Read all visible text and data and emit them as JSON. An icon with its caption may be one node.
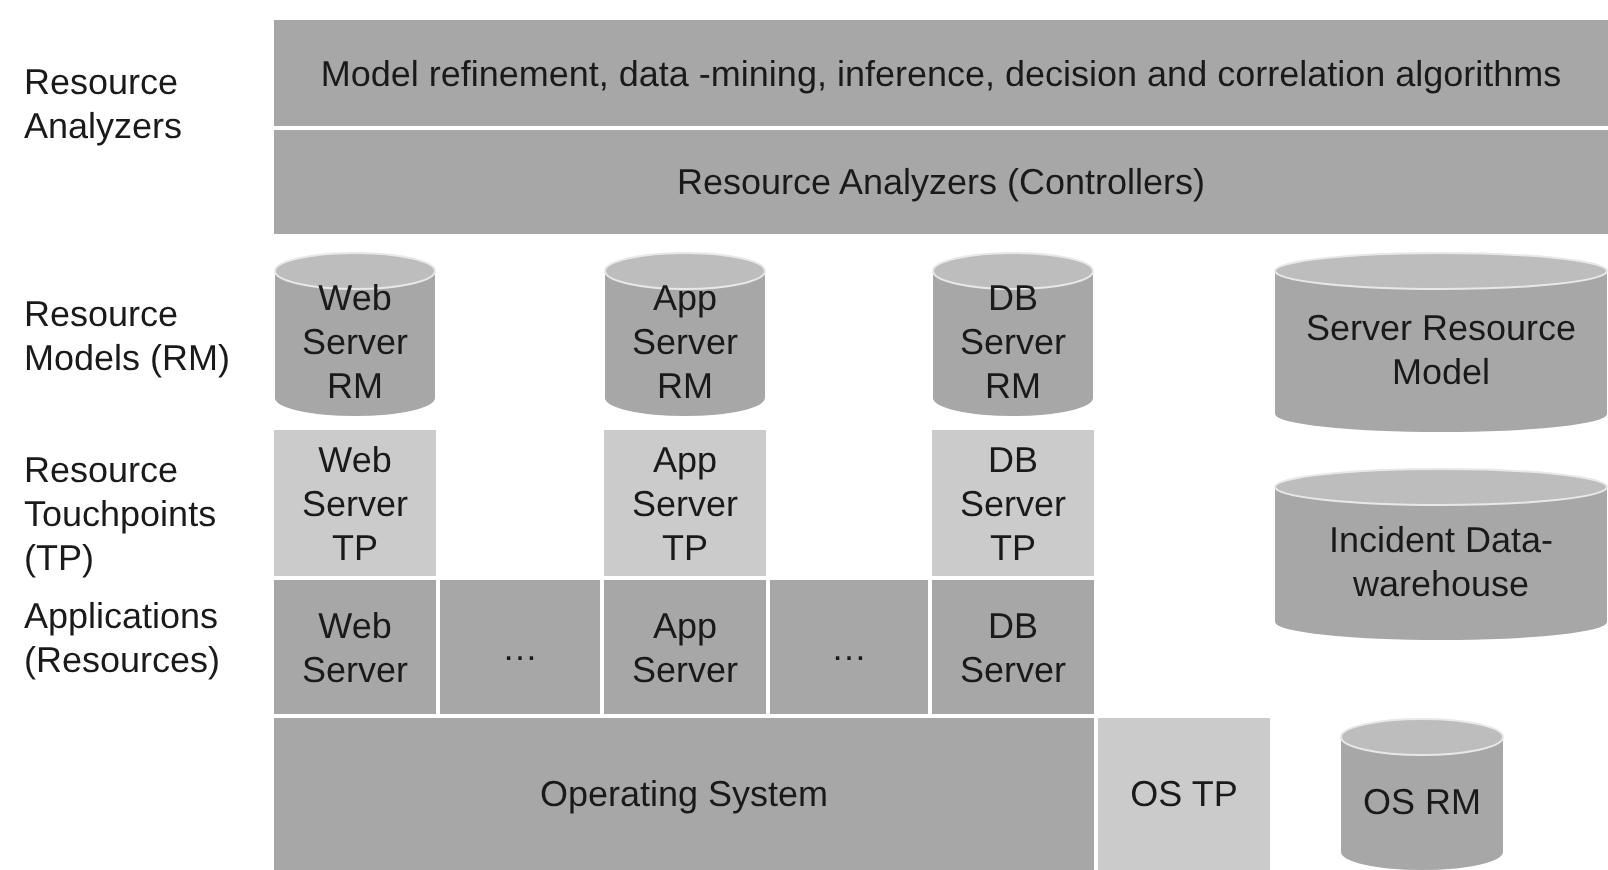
{
  "diagram": {
    "nodes": [
      {
        "text": [
          "Model refinement, data -mining, inference, decision and correlation algorithms"
        ]
      },
      {
        "text": [
          "Resource Analyzers (Controllers)"
        ]
      },
      {
        "text": [
          "Web Server RM"
        ]
      },
      {
        "text": [
          "App Server RM"
        ]
      },
      {
        "text": [
          "DB Server RM"
        ]
      },
      {
        "text": [
          "Server Resource Model"
        ]
      },
      {
        "text": [
          "Web Server TP"
        ]
      },
      {
        "text": [
          "App Server TP"
        ]
      },
      {
        "text": [
          "DB Server TP"
        ]
      },
      {
        "text": [
          "Incident Data-warehouse"
        ]
      },
      {
        "text": [
          "Web Server"
        ]
      },
      {
        "text": [
          "…"
        ]
      },
      {
        "text": [
          "App Server"
        ]
      },
      {
        "text": [
          "…"
        ]
      },
      {
        "text": [
          "DB Server"
        ]
      },
      {
        "text": [
          "Operating System"
        ]
      },
      {
        "text": [
          "OS TP"
        ]
      },
      {
        "text": [
          "OS RM"
        ]
      }
    ],
    "labels": [
      "Resource Analyzers",
      "Resource Models (RM)",
      "Resource Touchpoints (TP)",
      "Applications (Resources)"
    ]
  }
}
